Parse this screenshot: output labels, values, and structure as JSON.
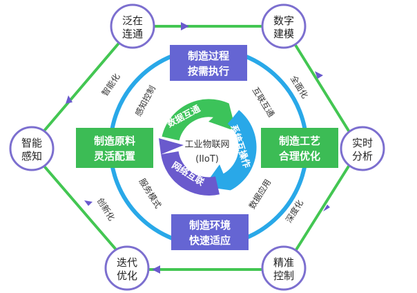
{
  "colors": {
    "green": "#3cc35a",
    "purple": "#6a5acd",
    "blue": "#29a8e8",
    "box_green": "#3cbc55",
    "box_purple": "#6565d3",
    "hex_line": "#43c652",
    "node_border": "#7c6fcf"
  },
  "outer_nodes": {
    "top_left": [
      "泛在",
      "连通"
    ],
    "top_right": [
      "数字",
      "建模"
    ],
    "right": [
      "实时",
      "分析"
    ],
    "bottom_right": [
      "精准",
      "控制"
    ],
    "bottom_left": [
      "迭代",
      "优化"
    ],
    "left": [
      "智能",
      "感知"
    ]
  },
  "edge_labels": {
    "upper_left": "智能化",
    "upper_right": "全面化",
    "lower_right": "深度化",
    "lower_left": "创新化"
  },
  "inner_labels": {
    "upper_left": "感知控制",
    "upper_right": "互联互通",
    "lower_right": "数据应用",
    "lower_left": "服务模式"
  },
  "boxes": {
    "top": [
      "制造过程",
      "按需执行"
    ],
    "right": [
      "制造工艺",
      "合理优化"
    ],
    "bottom": [
      "制造环境",
      "快速适应"
    ],
    "left": [
      "制造原料",
      "灵活配置"
    ]
  },
  "arcs": {
    "green": "数据互通",
    "blue": "系统互操作",
    "purple": "网络互联"
  },
  "center": {
    "line1": "工业物联网",
    "line2": "(IIoT)"
  }
}
